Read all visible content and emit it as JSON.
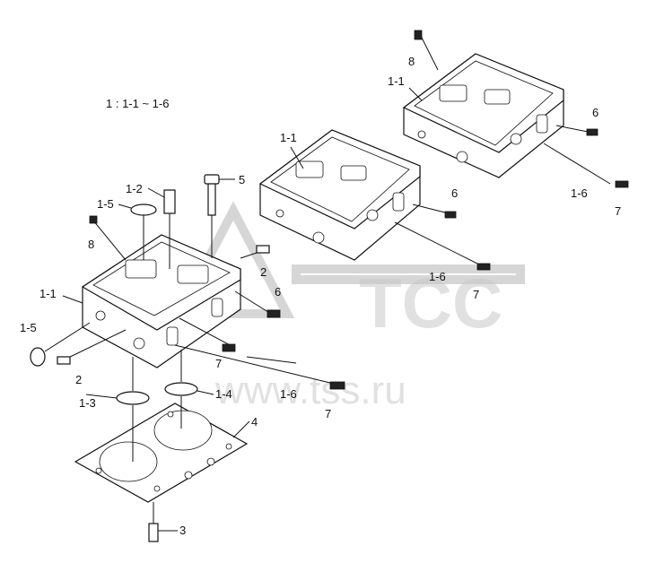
{
  "legend": "1 : 1-1 ~ 1-6",
  "watermark": {
    "brand": "TCC",
    "site": "www.tss.ru"
  },
  "labels": {
    "a_1_1": "1-1",
    "a_6": "6",
    "a_1_6": "1-6",
    "a_7": "7",
    "a_8": "8",
    "b_1_1": "1-1",
    "b_6": "6",
    "b_1_6": "1-6",
    "b_7": "7",
    "c_1_2": "1-2",
    "c_5": "5",
    "c_1_5_top": "1-5",
    "c_8": "8",
    "c_2_top": "2",
    "c_1_1": "1-1",
    "c_6": "6",
    "c_1_5_left": "1-5",
    "c_2_left": "2",
    "c_7": "7",
    "c_1_6": "1-6",
    "c_7_bottom": "7",
    "c_1_3": "1-3",
    "c_1_4": "1-4",
    "c_4": "4",
    "c_3": "3"
  }
}
